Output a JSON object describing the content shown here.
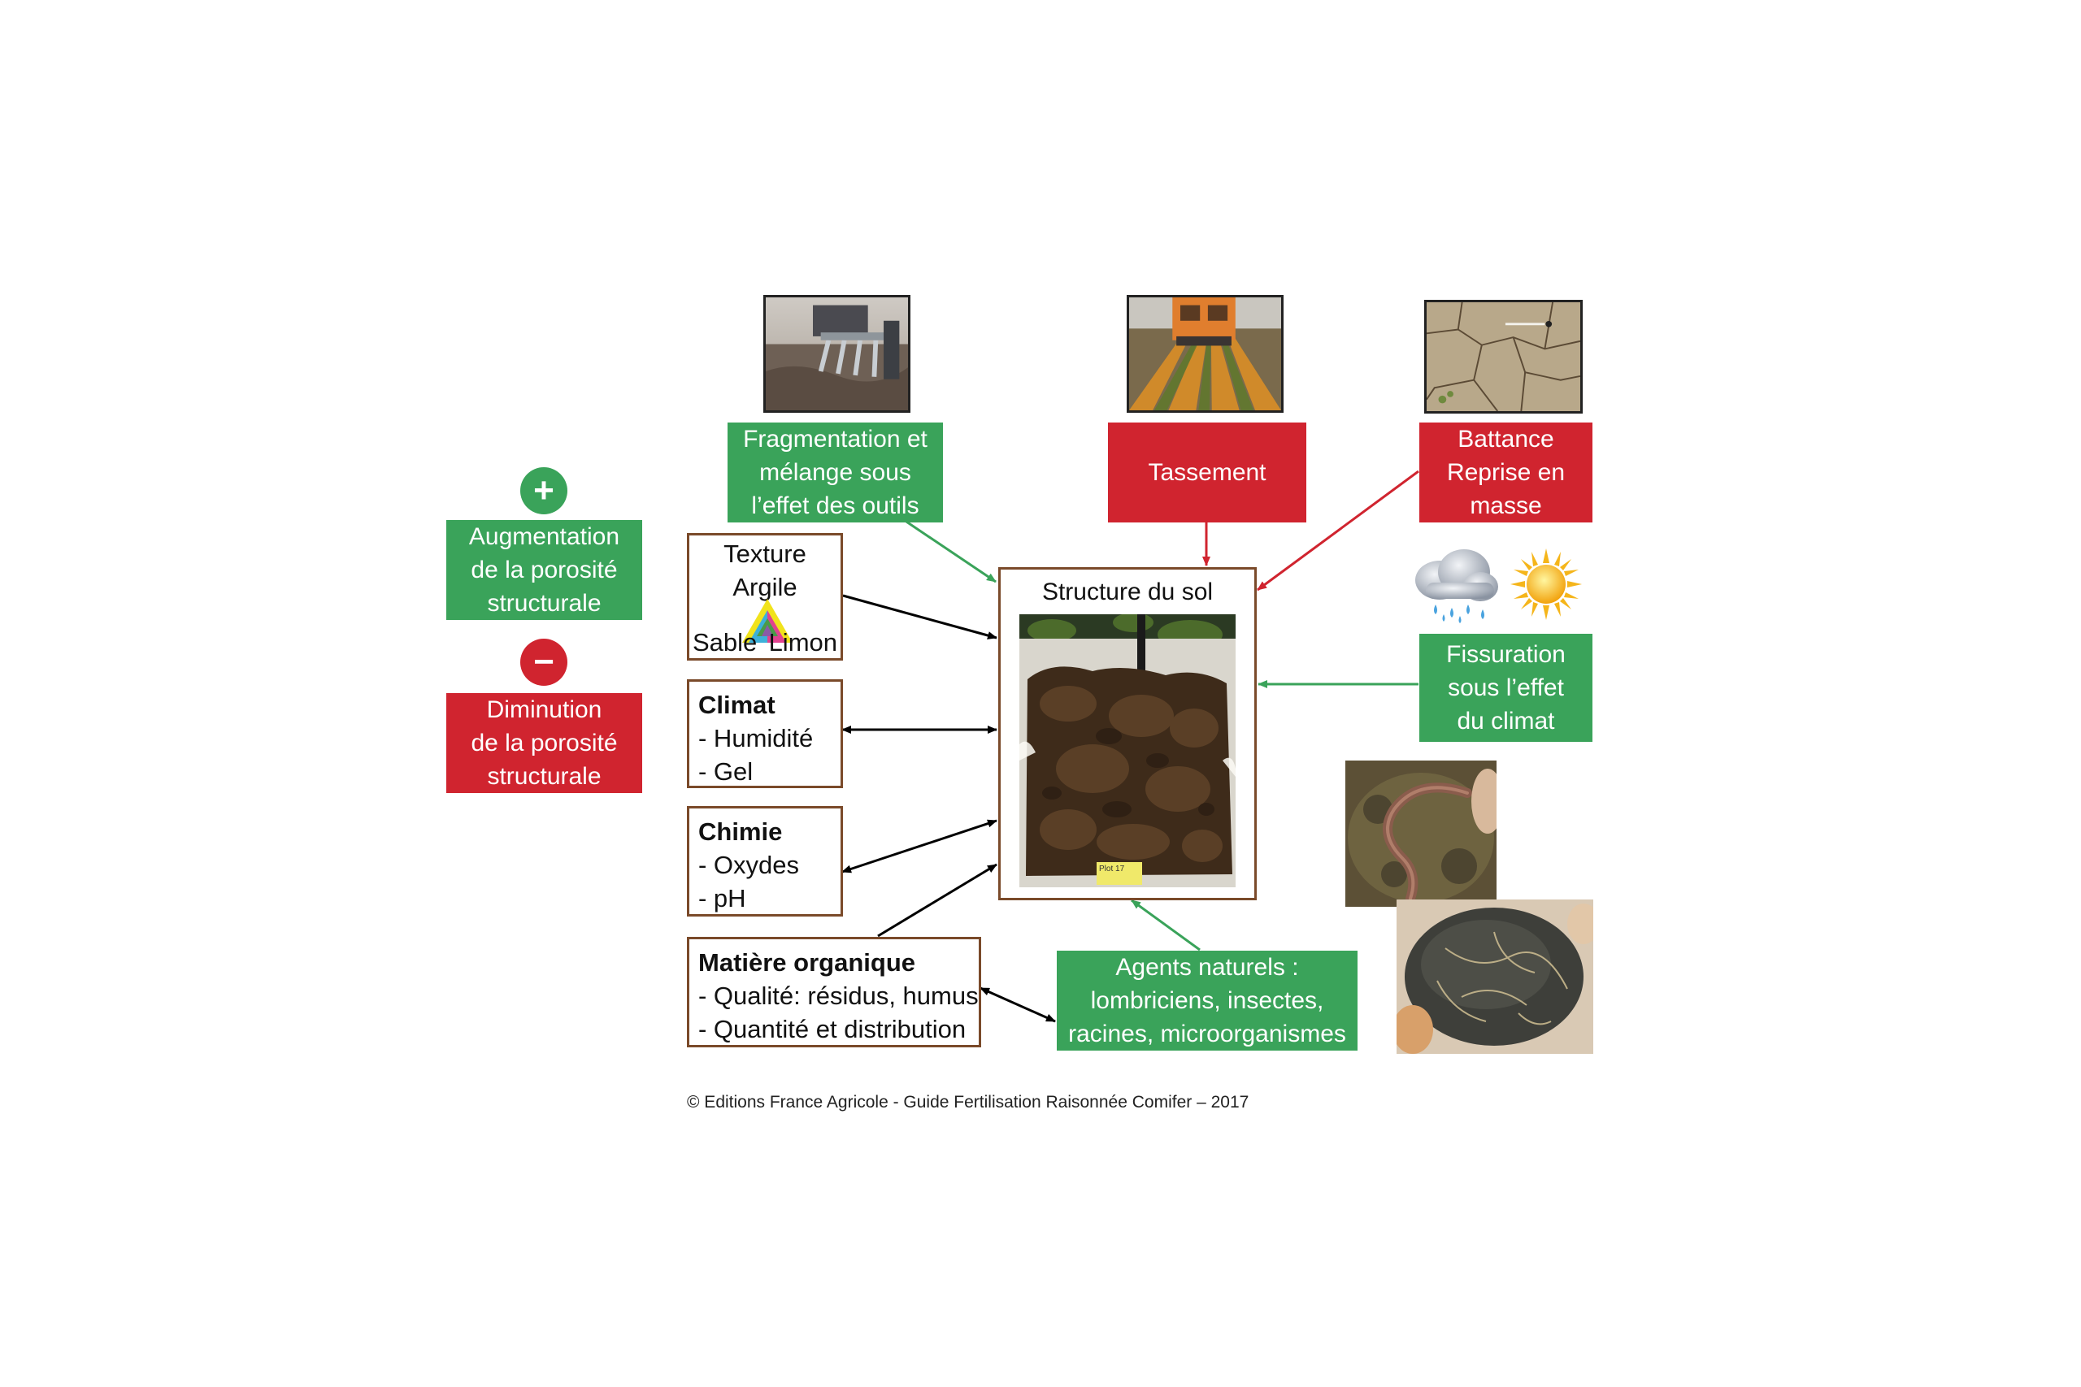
{
  "legend": {
    "plus_symbol": "+",
    "minus_symbol": "−",
    "increase_label": "Augmentation\nde la porosité\nstructurale",
    "decrease_label": "Diminution\nde la porosité\nstructurale",
    "increase_color": "#3aa35a",
    "decrease_color": "#d0242f"
  },
  "center": {
    "title": "Structure du sol",
    "photo_label": "Plot 17"
  },
  "factors": {
    "texture": {
      "title": "Texture",
      "top": "Argile",
      "left": "Sable",
      "right": "Limon"
    },
    "climat": {
      "title": "Climat",
      "lines": [
        "- Humidité",
        "- Gel"
      ]
    },
    "chimie": {
      "title": "Chimie",
      "lines": [
        "- Oxydes",
        "- pH"
      ]
    },
    "matiere": {
      "title": "Matière organique",
      "lines": [
        "- Qualité: résidus, humus",
        "- Quantité et distribution"
      ]
    }
  },
  "processes": {
    "fragmentation": "Fragmentation et\nmélange sous\nl’effet des outils",
    "tassement": "Tassement",
    "battance": "Battance\nReprise en\nmasse",
    "fissuration": "Fissuration\nsous l’effet\ndu climat",
    "agents": "Agents naturels :\nlombriciens, insectes,\nracines, microorganismes"
  },
  "icons": [
    "rain-cloud-icon",
    "sun-icon",
    "plus-icon",
    "minus-icon"
  ],
  "photos": [
    "plough-photo",
    "tractor-field-photo",
    "cracked-soil-photo",
    "earthworm-photo",
    "roots-clod-photo",
    "soil-structure-photo"
  ],
  "copyright": "© Editions France Agricole - Guide Fertilisation Raisonnée Comifer – 2017"
}
